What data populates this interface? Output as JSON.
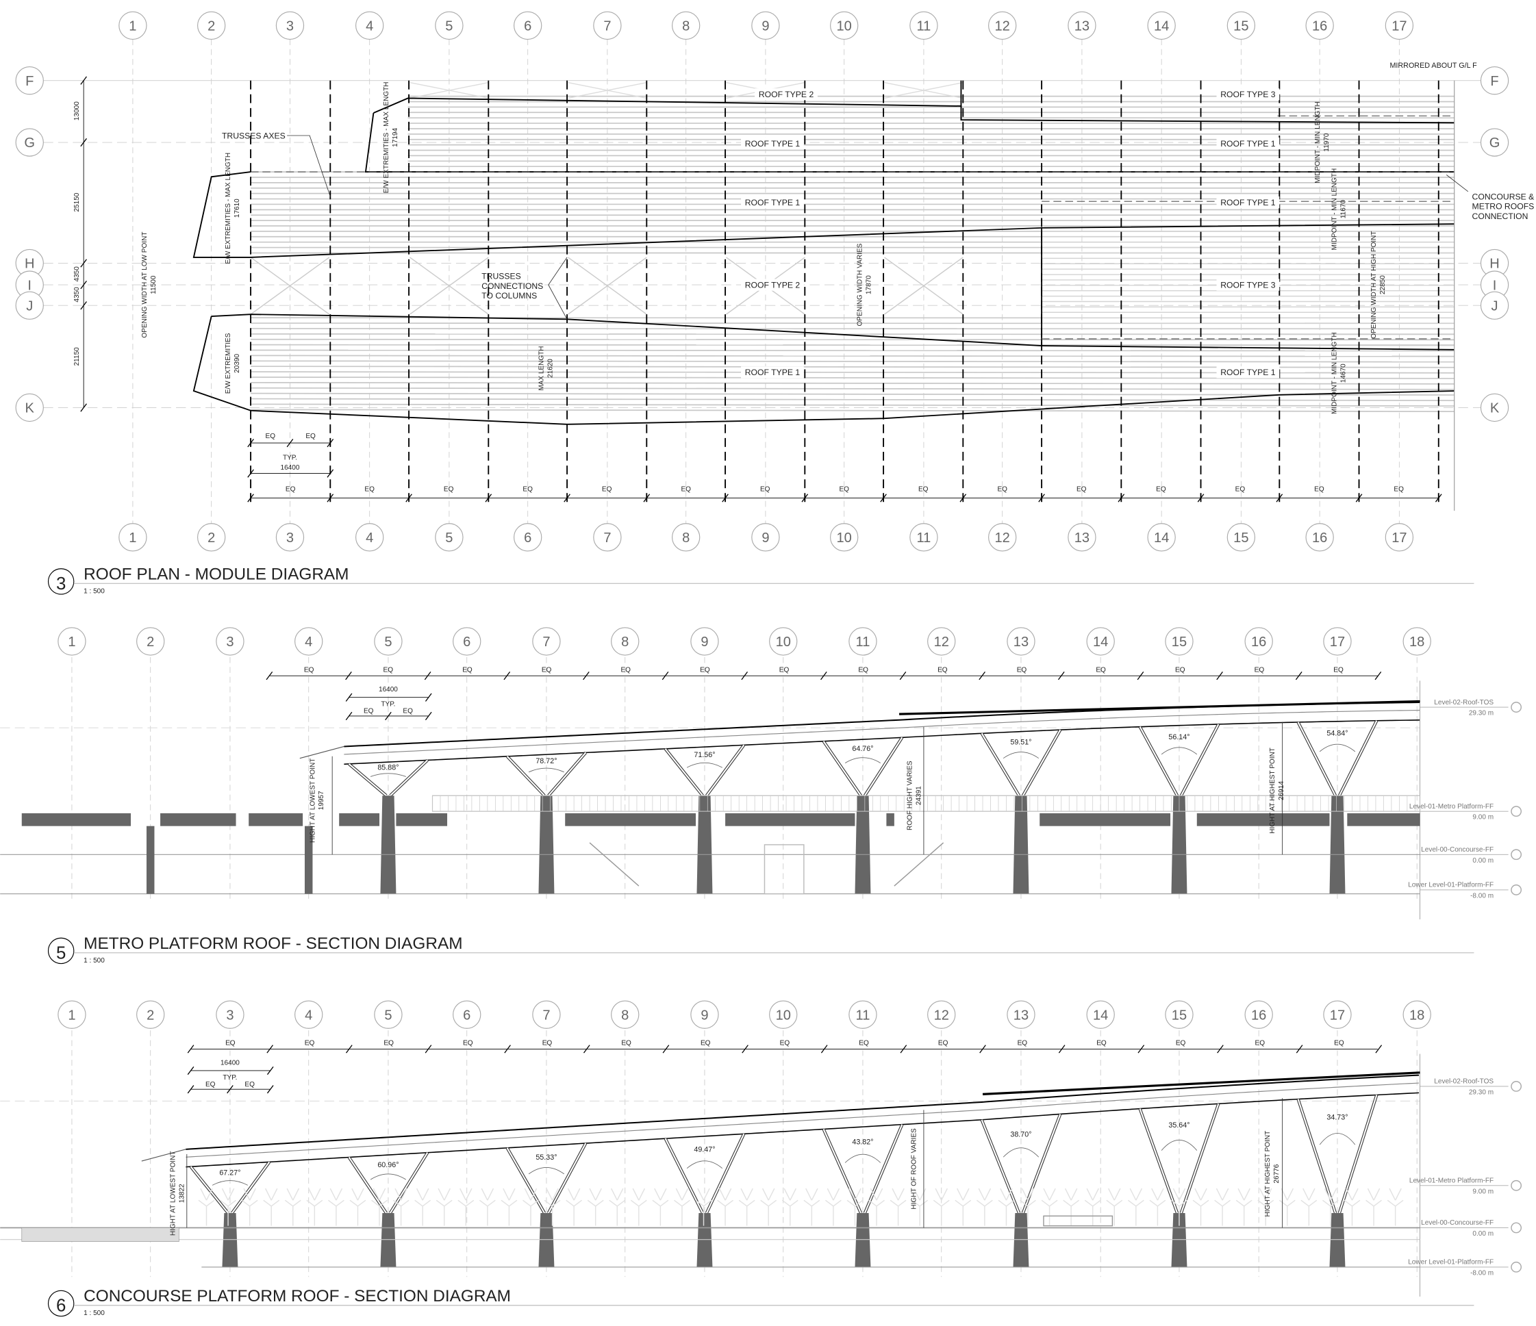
{
  "plan": {
    "number": "3",
    "title": "ROOF PLAN - MODULE DIAGRAM",
    "scale": "1 : 500",
    "col_labels": [
      "1",
      "2",
      "3",
      "4",
      "5",
      "6",
      "7",
      "8",
      "9",
      "10",
      "11",
      "12",
      "13",
      "14",
      "15",
      "16",
      "17"
    ],
    "row_labels": [
      "F",
      "G",
      "H",
      "I",
      "J",
      "K"
    ],
    "row_dims": [
      "13000",
      "25150",
      "4350",
      "4350",
      "21150"
    ],
    "mirror_note": "MIRRORED ABOUT G/L F",
    "roof_types": [
      "ROOF TYPE 2",
      "ROOF TYPE 3",
      "ROOF TYPE 1",
      "ROOF TYPE 1",
      "ROOF TYPE 1",
      "ROOF TYPE 1",
      "ROOF TYPE 2",
      "ROOF TYPE 3",
      "ROOF TYPE 1",
      "ROOF TYPE 1"
    ],
    "trusses_axes": "TRUSSES AXES",
    "trusses_connections": [
      "TRUSSES",
      "CONNECTIONS",
      "TO COLUMNS"
    ],
    "roofs_connection": [
      "CONCOURSE &",
      "METRO ROOFS",
      "CONNECTION"
    ],
    "dims": [
      {
        "label": "E/W EXTREMITIES - MAX LENGTH",
        "value": "17194"
      },
      {
        "label": "E/W EXTREMITIES - MAX LENGTH",
        "value": "17610"
      },
      {
        "label": "OPENING WIDTH AT LOW POINT",
        "value": "11500"
      },
      {
        "label": "E/W EXTREMITIES",
        "value": "20390"
      },
      {
        "label": "MAX LENGTH",
        "value": "21620"
      },
      {
        "label": "OPENING WIDTH VARIES",
        "value": "17870"
      },
      {
        "label": "MIDPOINT - MIN LENGTH",
        "value": "11970"
      },
      {
        "label": "MIDPOINT - MIN LENGTH",
        "value": "11670"
      },
      {
        "label": "OPENING WIDTH AT HIGH POINT",
        "value": "22850"
      },
      {
        "label": "MIDPOINT - MIN LENGTH",
        "value": "14670"
      }
    ],
    "eq": "EQ",
    "typ": "TYP.",
    "typ_dim": "16400"
  },
  "section5": {
    "number": "5",
    "title": "METRO PLATFORM ROOF - SECTION DIAGRAM",
    "scale": "1 : 500",
    "col_labels": [
      "1",
      "2",
      "3",
      "4",
      "5",
      "6",
      "7",
      "8",
      "9",
      "10",
      "11",
      "12",
      "13",
      "14",
      "15",
      "16",
      "17",
      "18"
    ],
    "angles": [
      "85.88°",
      "78.72°",
      "71.56°",
      "64.76°",
      "59.51°",
      "56.14°",
      "54.84°"
    ],
    "eq": "EQ",
    "typ": "TYP.",
    "typ_dim": "16400",
    "heights": [
      {
        "label": "HIGHT AT LOWEST POINT",
        "value": "19957"
      },
      {
        "label": "ROOF HIGHT VARIES",
        "value": "24391"
      },
      {
        "label": "HIGHT AT HIGHEST POINT",
        "value": "26914"
      }
    ],
    "levels": [
      {
        "name": "Level-02-Roof-TOS",
        "value": "29.30 m"
      },
      {
        "name": "Level-01-Metro Platform-FF",
        "value": "9.00 m"
      },
      {
        "name": "Level-00-Concourse-FF",
        "value": "0.00 m"
      },
      {
        "name": "Lower Level-01-Platform-FF",
        "value": "-8.00 m"
      }
    ]
  },
  "section6": {
    "number": "6",
    "title": "CONCOURSE PLATFORM ROOF - SECTION DIAGRAM",
    "scale": "1 : 500",
    "col_labels": [
      "1",
      "2",
      "3",
      "4",
      "5",
      "6",
      "7",
      "8",
      "9",
      "10",
      "11",
      "12",
      "13",
      "14",
      "15",
      "16",
      "17",
      "18"
    ],
    "angles": [
      "67.27°",
      "60.96°",
      "55.33°",
      "49.47°",
      "43.82°",
      "38.70°",
      "35.64°",
      "34.73°"
    ],
    "eq": "EQ",
    "typ": "TYP.",
    "typ_dim": "16400",
    "heights": [
      {
        "label": "HIGHT AT LOWEST POINT",
        "value": "13822"
      },
      {
        "label": "HIGHT OF ROOF VARIES",
        "value": ""
      },
      {
        "label": "HIGHT AT HIGHEST POINT",
        "value": "26776"
      }
    ],
    "levels": [
      {
        "name": "Level-02-Roof-TOS",
        "value": "29.30 m"
      },
      {
        "name": "Level-01-Metro Platform-FF",
        "value": "9.00 m"
      },
      {
        "name": "Level-00-Concourse-FF",
        "value": "0.00 m"
      },
      {
        "name": "Lower Level-01-Platform-FF",
        "value": "-8.00 m"
      }
    ]
  }
}
